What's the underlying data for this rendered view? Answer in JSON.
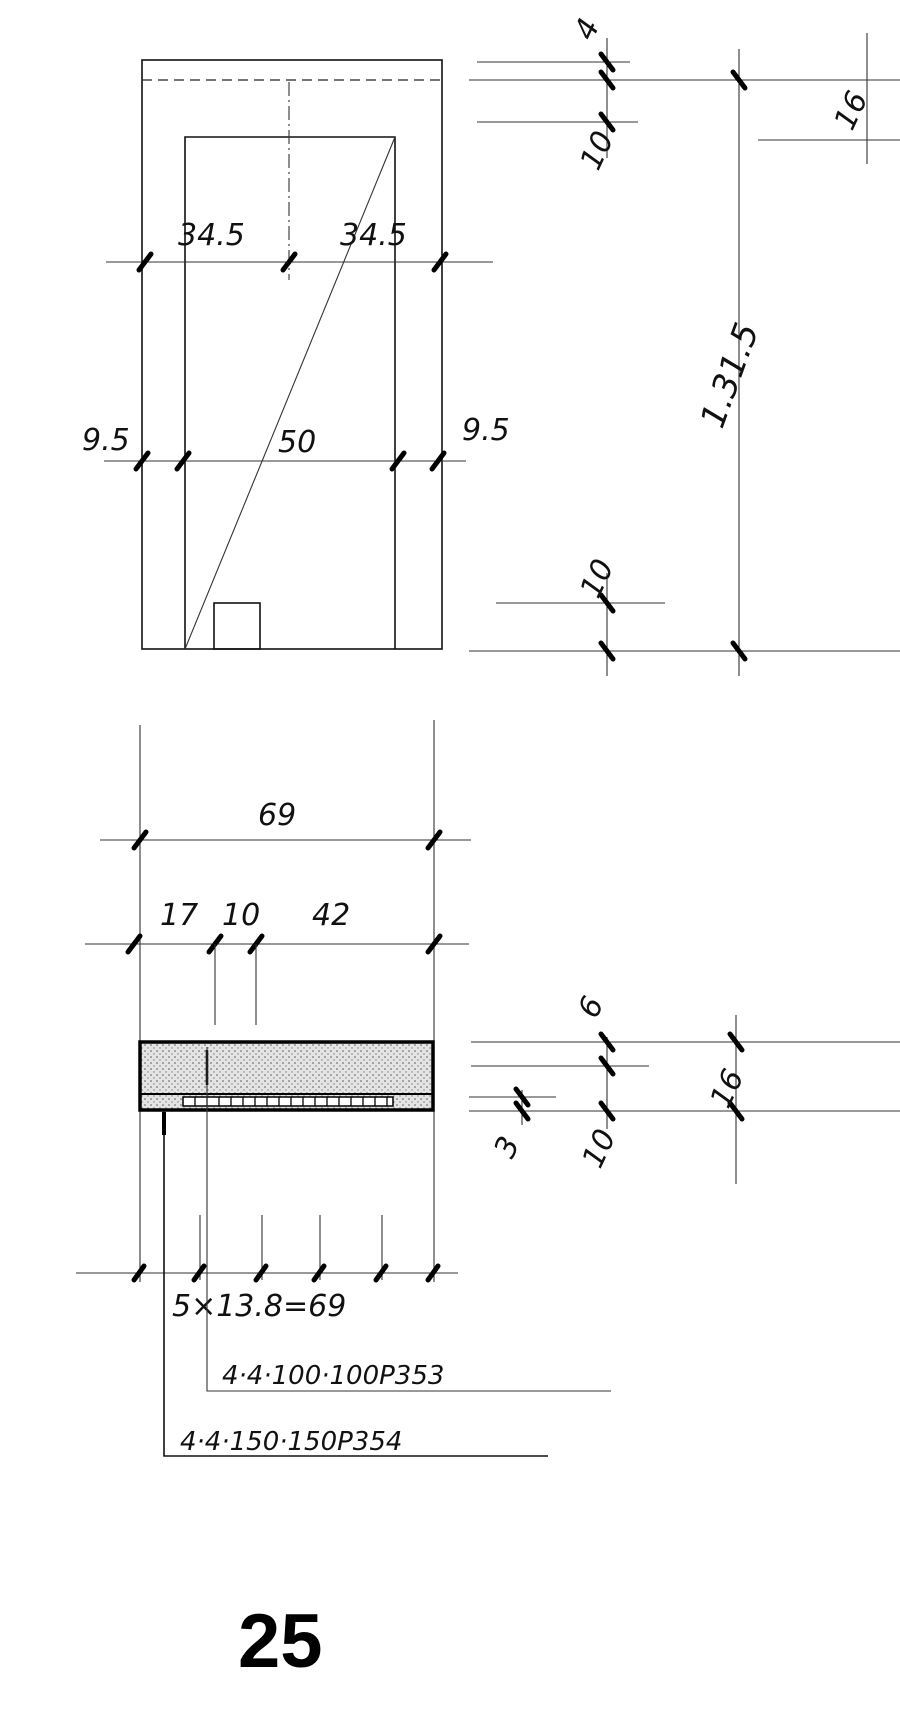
{
  "plan_view": {
    "width_dims": [
      "34.5",
      "34.5"
    ],
    "inner_dims": [
      "9.5",
      "50",
      "9.5"
    ],
    "right_dims": [
      "4",
      "10",
      "10",
      "16"
    ],
    "height_dim": "1.31.5"
  },
  "section_view": {
    "overall_width": "69",
    "segment_dims": [
      "17",
      "10",
      "42"
    ],
    "thickness_dims": [
      "6",
      "10",
      "3",
      "16"
    ],
    "spacing_note": "5×13.8=69",
    "mesh_labels": [
      "4·4·100·100P353",
      "4·4·150·150P354"
    ]
  },
  "page_number": "25"
}
